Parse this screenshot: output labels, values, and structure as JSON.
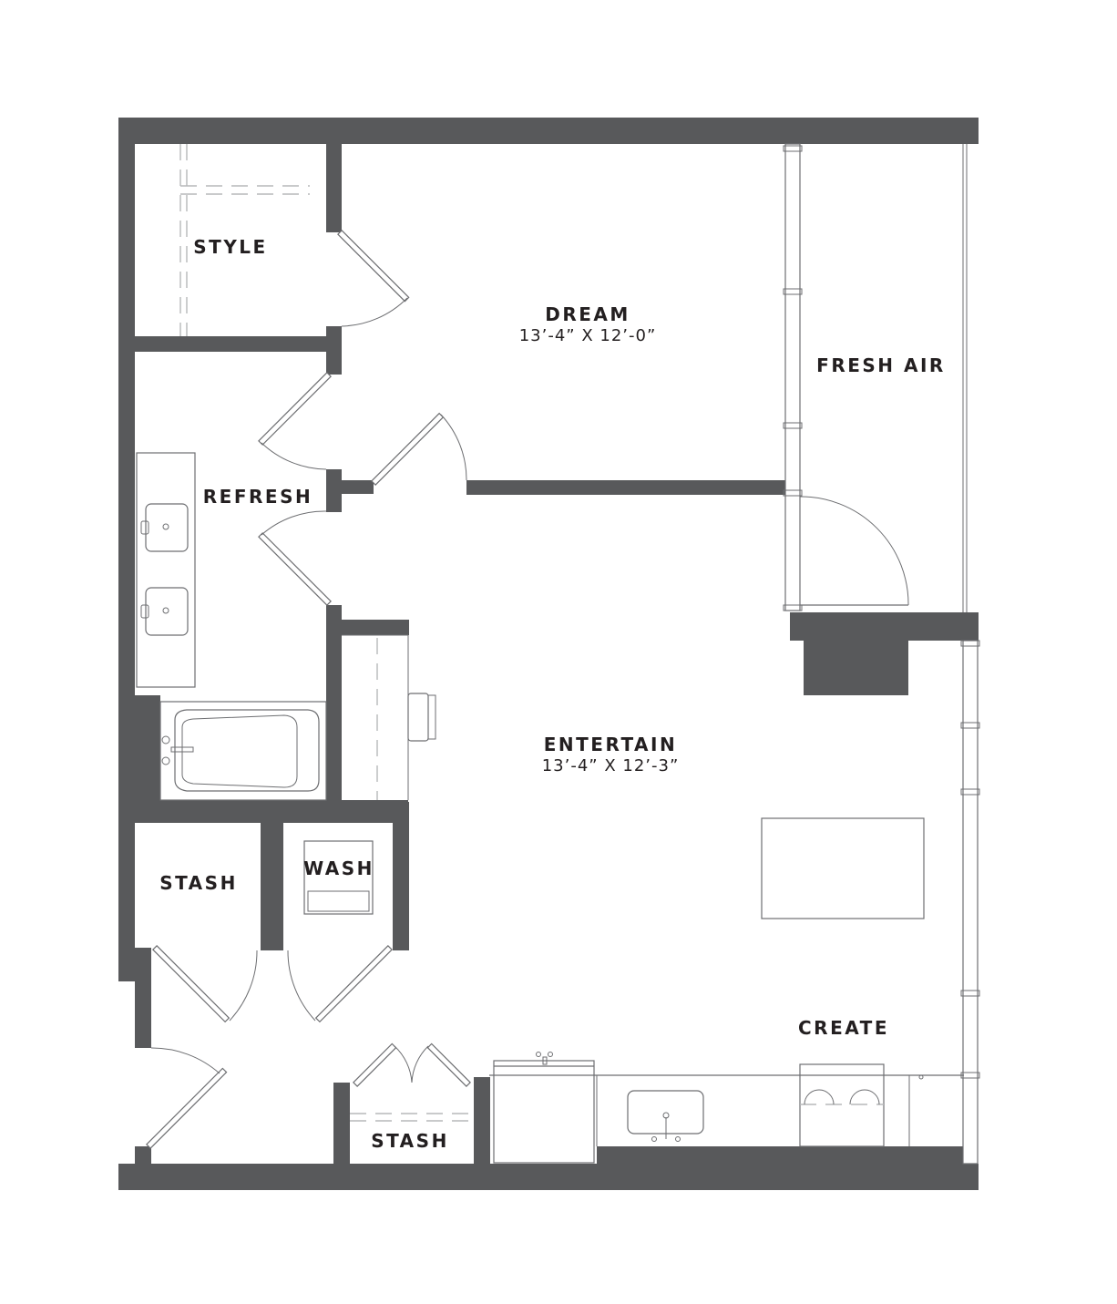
{
  "colors": {
    "wall": "#58595b",
    "line": "#6d6e71",
    "text": "#231f20"
  },
  "rooms": {
    "style": {
      "name": "STYLE"
    },
    "dream": {
      "name": "DREAM",
      "dims": "13’-4” X 12’-0”"
    },
    "fresh_air": {
      "name": "FRESH AIR"
    },
    "refresh": {
      "name": "REFRESH"
    },
    "entertain": {
      "name": "ENTERTAIN",
      "dims": "13’-4” X 12’-3”"
    },
    "stash_left": {
      "name": "STASH"
    },
    "wash": {
      "name": "WASH"
    },
    "create": {
      "name": "CREATE"
    },
    "stash_bottom": {
      "name": "STASH"
    }
  }
}
